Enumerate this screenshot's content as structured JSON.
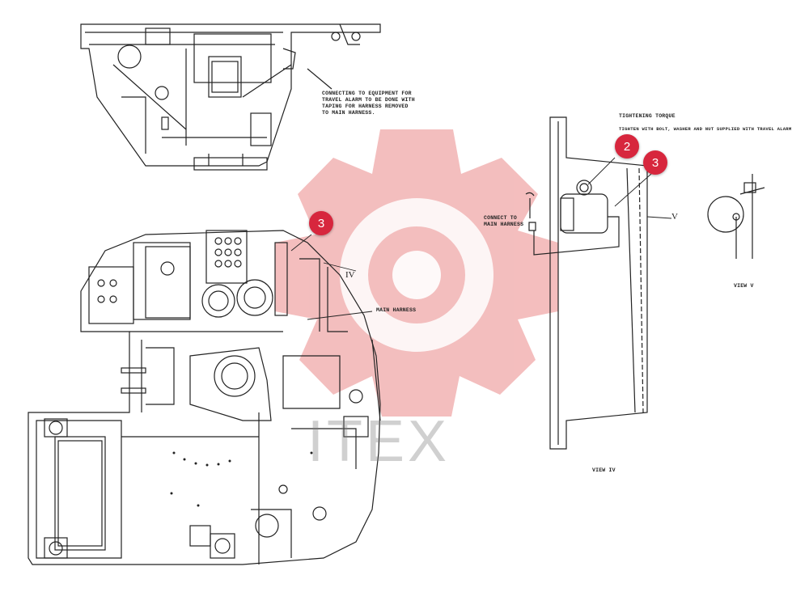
{
  "notes": {
    "equipment_note_lines": [
      "CONNECTING TO EQUIPMENT FOR",
      "TRAVEL ALARM TO BE DONE WITH",
      "TAPING FOR HARNESS REMOVED",
      "TO MAIN HARNESS."
    ],
    "tightening_torque": "TIGHTENING TORQUE",
    "tighten_line": "TIGHTEN WITH BOLT, WASHER AND NUT SUPPLIED WITH TRAVEL ALARM",
    "connect_line1": "CONNECT TO",
    "connect_line2": "MAIN HARNESS",
    "main_harness": "MAIN HARNESS",
    "view_v": "VIEW V",
    "view_iv": "VIEW IV",
    "arrow_iv": "IV",
    "arrow_v": "V"
  },
  "hotspots": [
    {
      "label": "2"
    },
    {
      "label": "3"
    },
    {
      "label": "3"
    }
  ],
  "watermark": "ITEX",
  "colors": {
    "hotspot": "#d7263d",
    "gear_watermark": "#f2b3b3",
    "line": "#222222"
  }
}
